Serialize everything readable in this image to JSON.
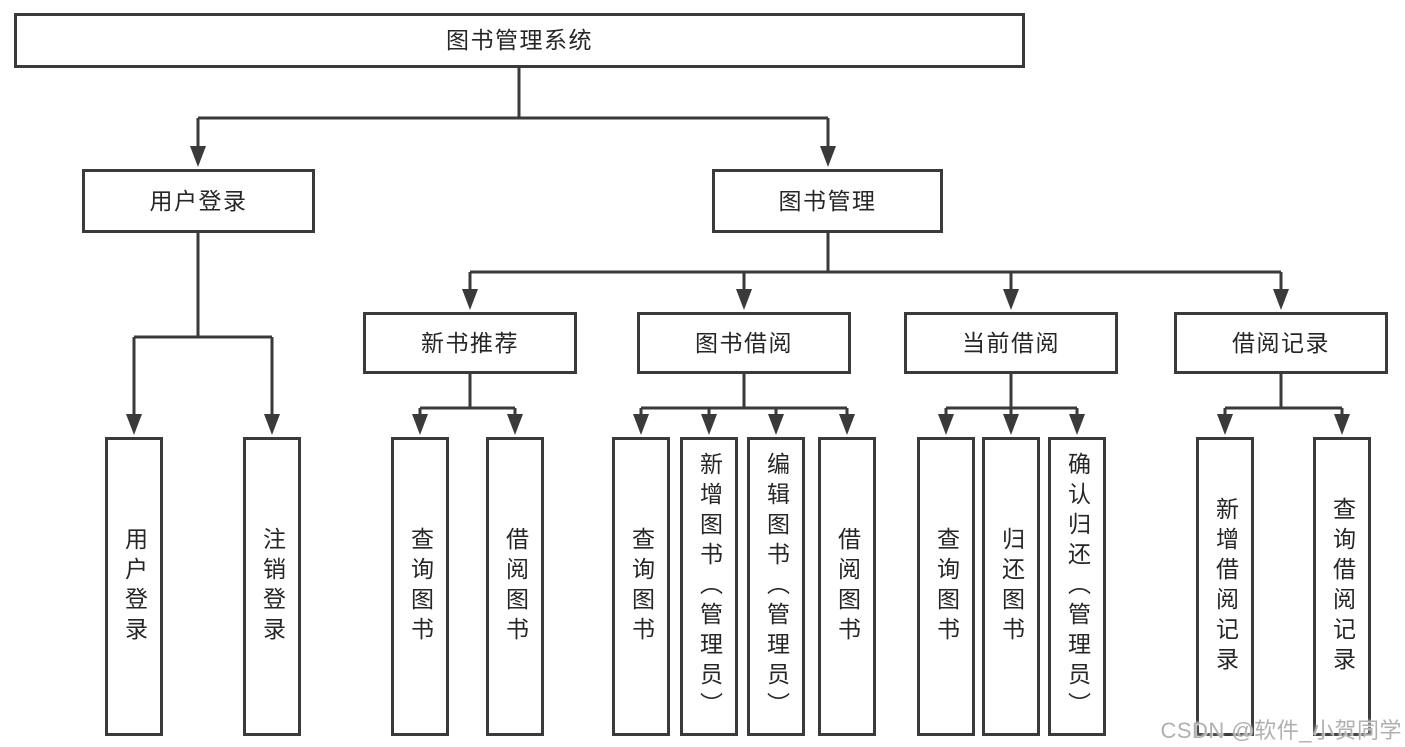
{
  "nodes": {
    "root": {
      "label": "图书管理系统"
    },
    "level1": [
      {
        "label": "用户登录",
        "parent": "图书管理系统"
      },
      {
        "label": "图书管理",
        "parent": "图书管理系统"
      }
    ],
    "level2": [
      {
        "label": "新书推荐",
        "parent": "图书管理"
      },
      {
        "label": "图书借阅",
        "parent": "图书管理"
      },
      {
        "label": "当前借阅",
        "parent": "图书管理"
      },
      {
        "label": "借阅记录",
        "parent": "图书管理"
      }
    ],
    "level3": [
      {
        "label": "用户登录",
        "parent": "用户登录"
      },
      {
        "label": "注销登录",
        "parent": "用户登录"
      },
      {
        "label": "查询图书",
        "parent": "新书推荐"
      },
      {
        "label": "借阅图书",
        "parent": "新书推荐"
      },
      {
        "label": "查询图书",
        "parent": "图书借阅"
      },
      {
        "label": "新增图书（管理员）",
        "parent": "图书借阅"
      },
      {
        "label": "编辑图书（管理员）",
        "parent": "图书借阅"
      },
      {
        "label": "借阅图书",
        "parent": "图书借阅"
      },
      {
        "label": "查询图书",
        "parent": "当前借阅"
      },
      {
        "label": "归还图书",
        "parent": "当前借阅"
      },
      {
        "label": "确认归还（管理员）",
        "parent": "当前借阅"
      },
      {
        "label": "新增借阅记录",
        "parent": "借阅记录"
      },
      {
        "label": "查询借阅记录",
        "parent": "借阅记录"
      }
    ]
  },
  "watermark": "CSDN @软件_小贺同学",
  "colors": {
    "line": "#3a3a3a",
    "text": "#262626",
    "watermark": "#b0b0b0",
    "background": "#ffffff"
  }
}
